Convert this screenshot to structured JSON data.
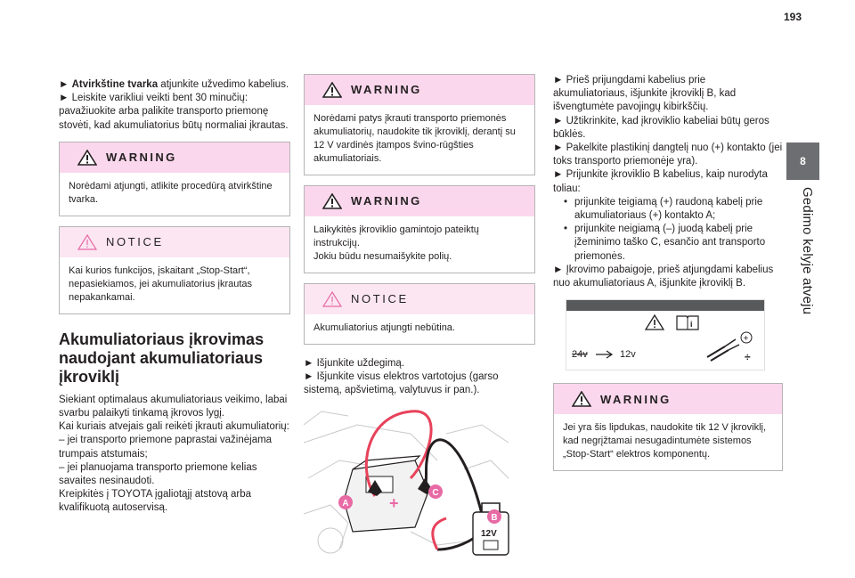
{
  "page_number": "193",
  "chapter": {
    "number": "8",
    "title": "Gedimo kelyje atveju"
  },
  "col1": {
    "p1_bold": "Atvirkštine tvarka",
    "p1_rest": " atjunkite užvedimo kabelius.",
    "p2": "Leiskite varikliui veikti bent 30 minučių: pavažiuokite arba palikite transporto priemonę stovėti, kad akumuliatorius būtų normaliai įkrautas.",
    "warning": {
      "title": "WARNING",
      "text": "Norėdami atjungti, atlikite procedūrą atvirkštine tvarka."
    },
    "notice": {
      "title": "NOTICE",
      "text": "Kai kurios funkcijos, įskaitant „Stop-Start“, nepasiekiamos, jei akumuliatorius įkrautas nepakankamai."
    },
    "heading": "Akumuliatoriaus įkrovimas naudojant akumuliatoriaus įkroviklį",
    "body": [
      "Siekiant optimalaus akumuliatoriaus veikimo, labai svarbu palaikyti tinkamą įkrovos lygį.",
      "Kai kuriais atvejais gali reikėti įkrauti akumuliatorių:",
      "– jei transporto priemone paprastai važinėjama trumpais atstumais;",
      "– jei planuojama transporto priemone kelias savaites nesinaudoti.",
      "Kreipkitės į TOYOTA įgaliotąjį atstovą arba kvalifikuotą autoservisą."
    ]
  },
  "col2": {
    "warning1": {
      "title": "WARNING",
      "text": "Norėdami patys įkrauti transporto priemonės akumuliatorių, naudokite tik įkroviklį, derantį su 12 V vardinės įtampos švino-rūgšties akumuliatoriais."
    },
    "warning2": {
      "title": "WARNING",
      "text1": "Laikykitės įkroviklio gamintojo pateiktų instrukcijų.",
      "text2": "Jokiu būdu nesumaišykite polių."
    },
    "notice": {
      "title": "NOTICE",
      "text": "Akumuliatorius atjungti nebūtina."
    },
    "step1": "Išjunkite uždegimą.",
    "step2": "Išjunkite visus elektros vartotojus (garso sistemą, apšvietimą, valytuvus ir pan.).",
    "figure": {
      "label_a": "A",
      "label_b": "B",
      "label_c": "C",
      "charger_voltage": "12V"
    }
  },
  "col3": {
    "steps": [
      "Prieš prijungdami kabelius prie akumuliatoriaus, išjunkite įkroviklį B, kad išvengtumėte pavojingų kibirkščių.",
      "Užtikrinkite, kad įkroviklio kabeliai būtų geros būklės.",
      "Pakelkite plastikinį dangtelį nuo (+) kontakto (jei toks transporto priemonėje yra).",
      "Prijunkite įkroviklio B kabelius, kaip nurodyta toliau:"
    ],
    "sub_steps": [
      "prijunkite teigiamą (+) raudoną kabelį prie akumuliatoriaus (+) kontakto A;",
      "prijunkite neigiamą (–) juodą kabelį prie įžeminimo taško C, esančio ant transporto priemonės."
    ],
    "last_step": "Įkrovimo pabaigoje, prieš atjungdami kabelius nuo akumuliatoriaus A, išjunkite įkroviklį B.",
    "label": {
      "v24": "24v",
      "v12": "12v"
    },
    "warning": {
      "title": "WARNING",
      "text": "Jei yra šis lipdukas, naudokite tik 12 V įkroviklį, kad negrįžtamai nesugadintumėte sistemos „Stop-Start“ elektros komponentų."
    }
  },
  "colors": {
    "warning_header": "#fad7ec",
    "notice_header": "#fbe6f2",
    "tab": "#6d6e71",
    "cable_red": "#e8415a",
    "label_circle": "#e86aa5"
  }
}
